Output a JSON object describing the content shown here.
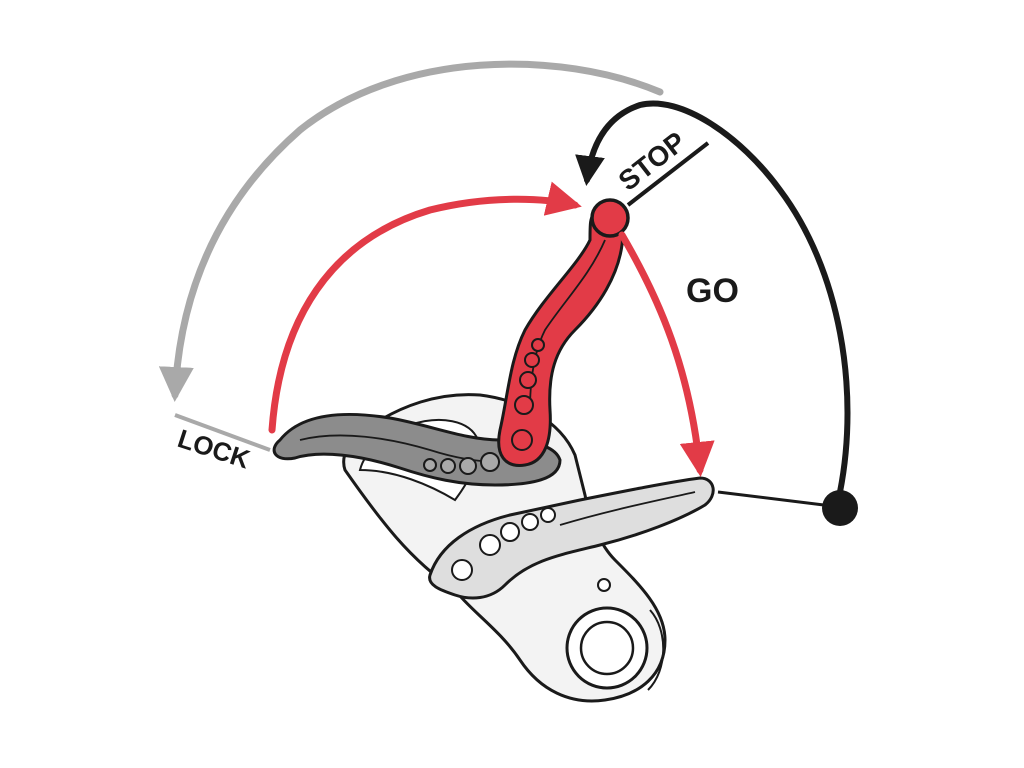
{
  "diagram": {
    "labels": {
      "stop": "STOP",
      "go": "GO",
      "lock": "LOCK"
    },
    "colors": {
      "red": "#e23b47",
      "dark_red": "#b7202c",
      "gray_arrow": "#a9a9a9",
      "black": "#1a1a1a",
      "lever_gray": "#8c8c8c",
      "body_light": "#e6e6e6"
    }
  }
}
